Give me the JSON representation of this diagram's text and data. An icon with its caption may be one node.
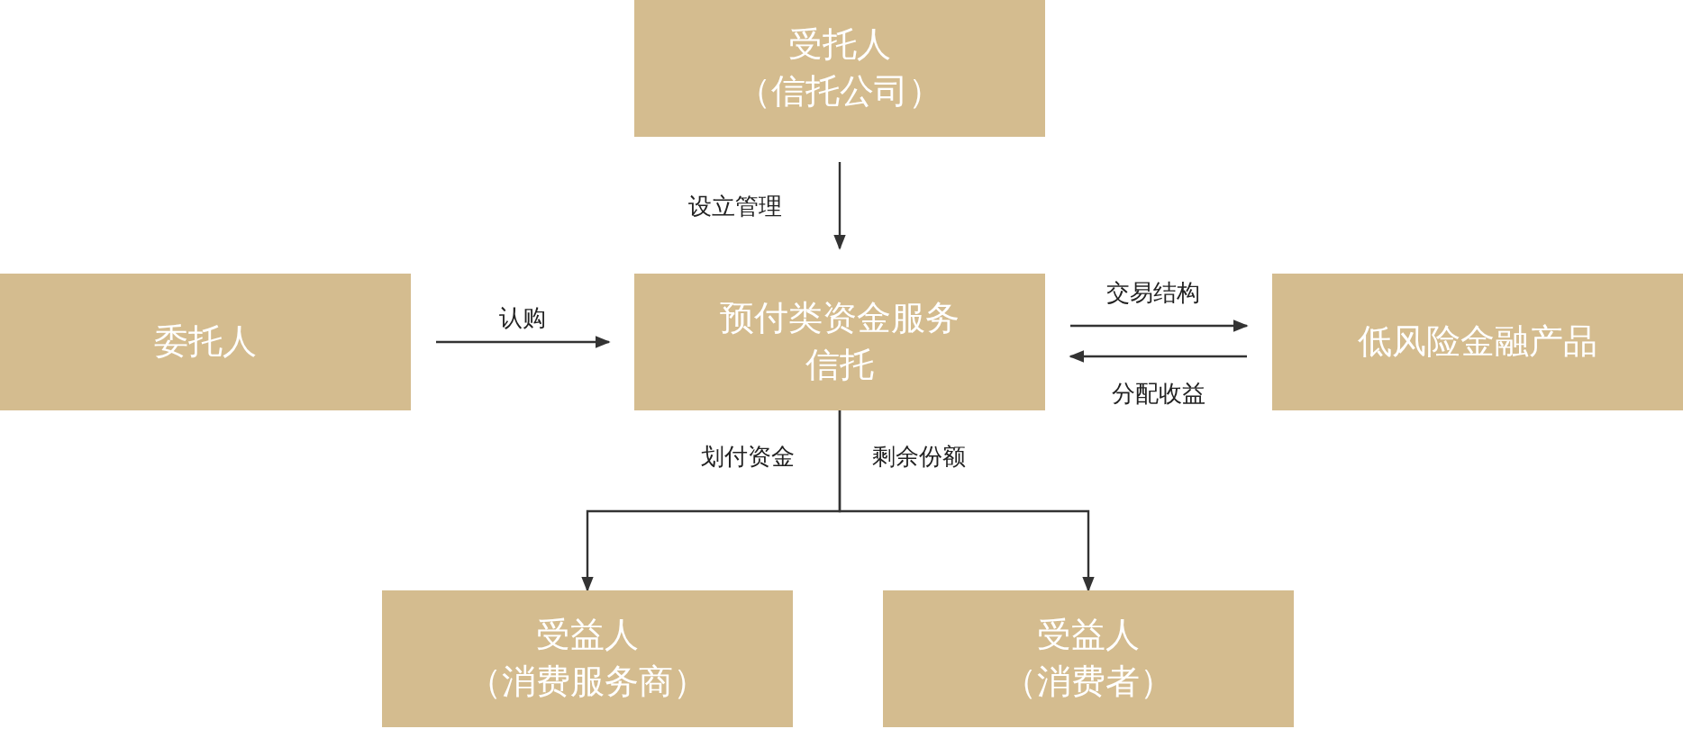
{
  "diagram": {
    "nodes": [
      {
        "text": [
          "受托人",
          "（信托公司）"
        ]
      },
      {
        "text": [
          "委托人"
        ]
      },
      {
        "text": [
          "预付类资金服务信托"
        ]
      },
      {
        "text": [
          "低风险金融产品"
        ]
      },
      {
        "text": [
          "受益人",
          "（消费服务商）"
        ]
      },
      {
        "text": [
          "受益人",
          "（消费者）"
        ]
      }
    ],
    "edges": [
      {
        "from": 0,
        "to": 2,
        "arrow": "to",
        "label": "设立管理"
      },
      {
        "from": 1,
        "to": 2,
        "arrow": "to",
        "label": "认购"
      },
      {
        "from": 2,
        "to": 3,
        "arrow": "to",
        "label": "交易结构"
      },
      {
        "from": 3,
        "to": 2,
        "arrow": "to",
        "label": "分配收益"
      },
      {
        "from": 2,
        "to": 4,
        "arrow": "to",
        "label": "划付资金"
      },
      {
        "from": 2,
        "to": 5,
        "arrow": "to",
        "label": "剩余份额"
      }
    ]
  }
}
